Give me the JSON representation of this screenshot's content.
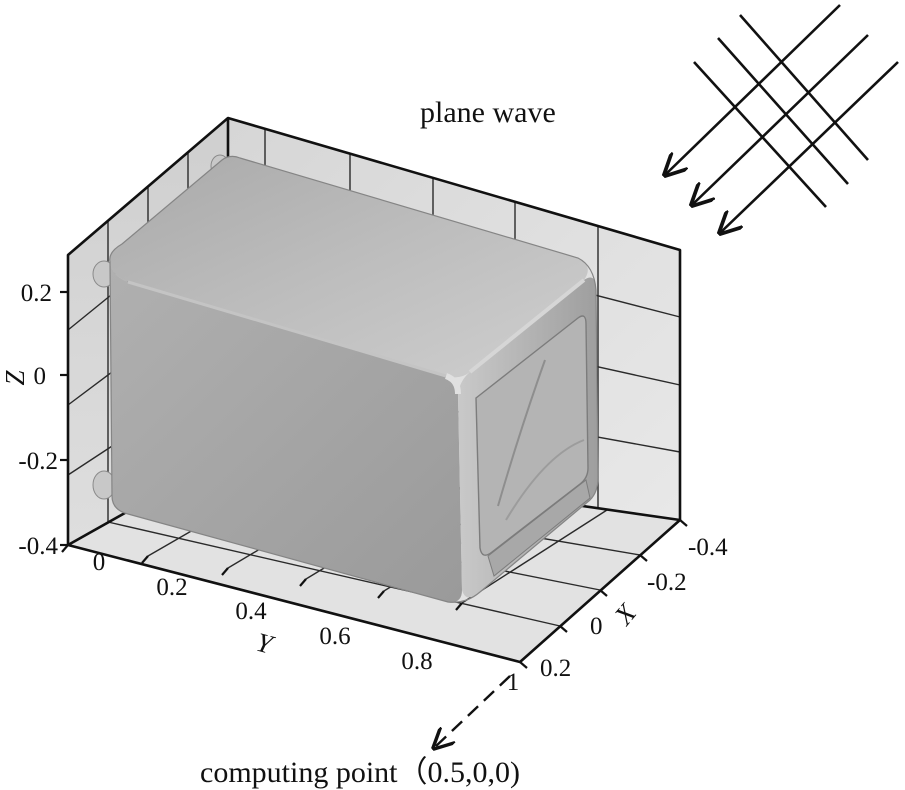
{
  "wave_label": "plane wave",
  "point_label": "computing point（0.5,0,0)",
  "axes": {
    "z": {
      "title": "Z",
      "ticks": [
        "0.2",
        "0",
        "-0.2",
        "-0.4"
      ]
    },
    "y": {
      "title": "Y",
      "ticks": [
        "0",
        "0.2",
        "0.4",
        "0.6",
        "0.8",
        "1"
      ]
    },
    "x": {
      "title": "X",
      "ticks": [
        "-0.4",
        "-0.2",
        "0",
        "0.2"
      ]
    }
  },
  "colors": {
    "body": "#a6a6a6",
    "panel": "#dcdcdc",
    "grid": "#222222"
  }
}
